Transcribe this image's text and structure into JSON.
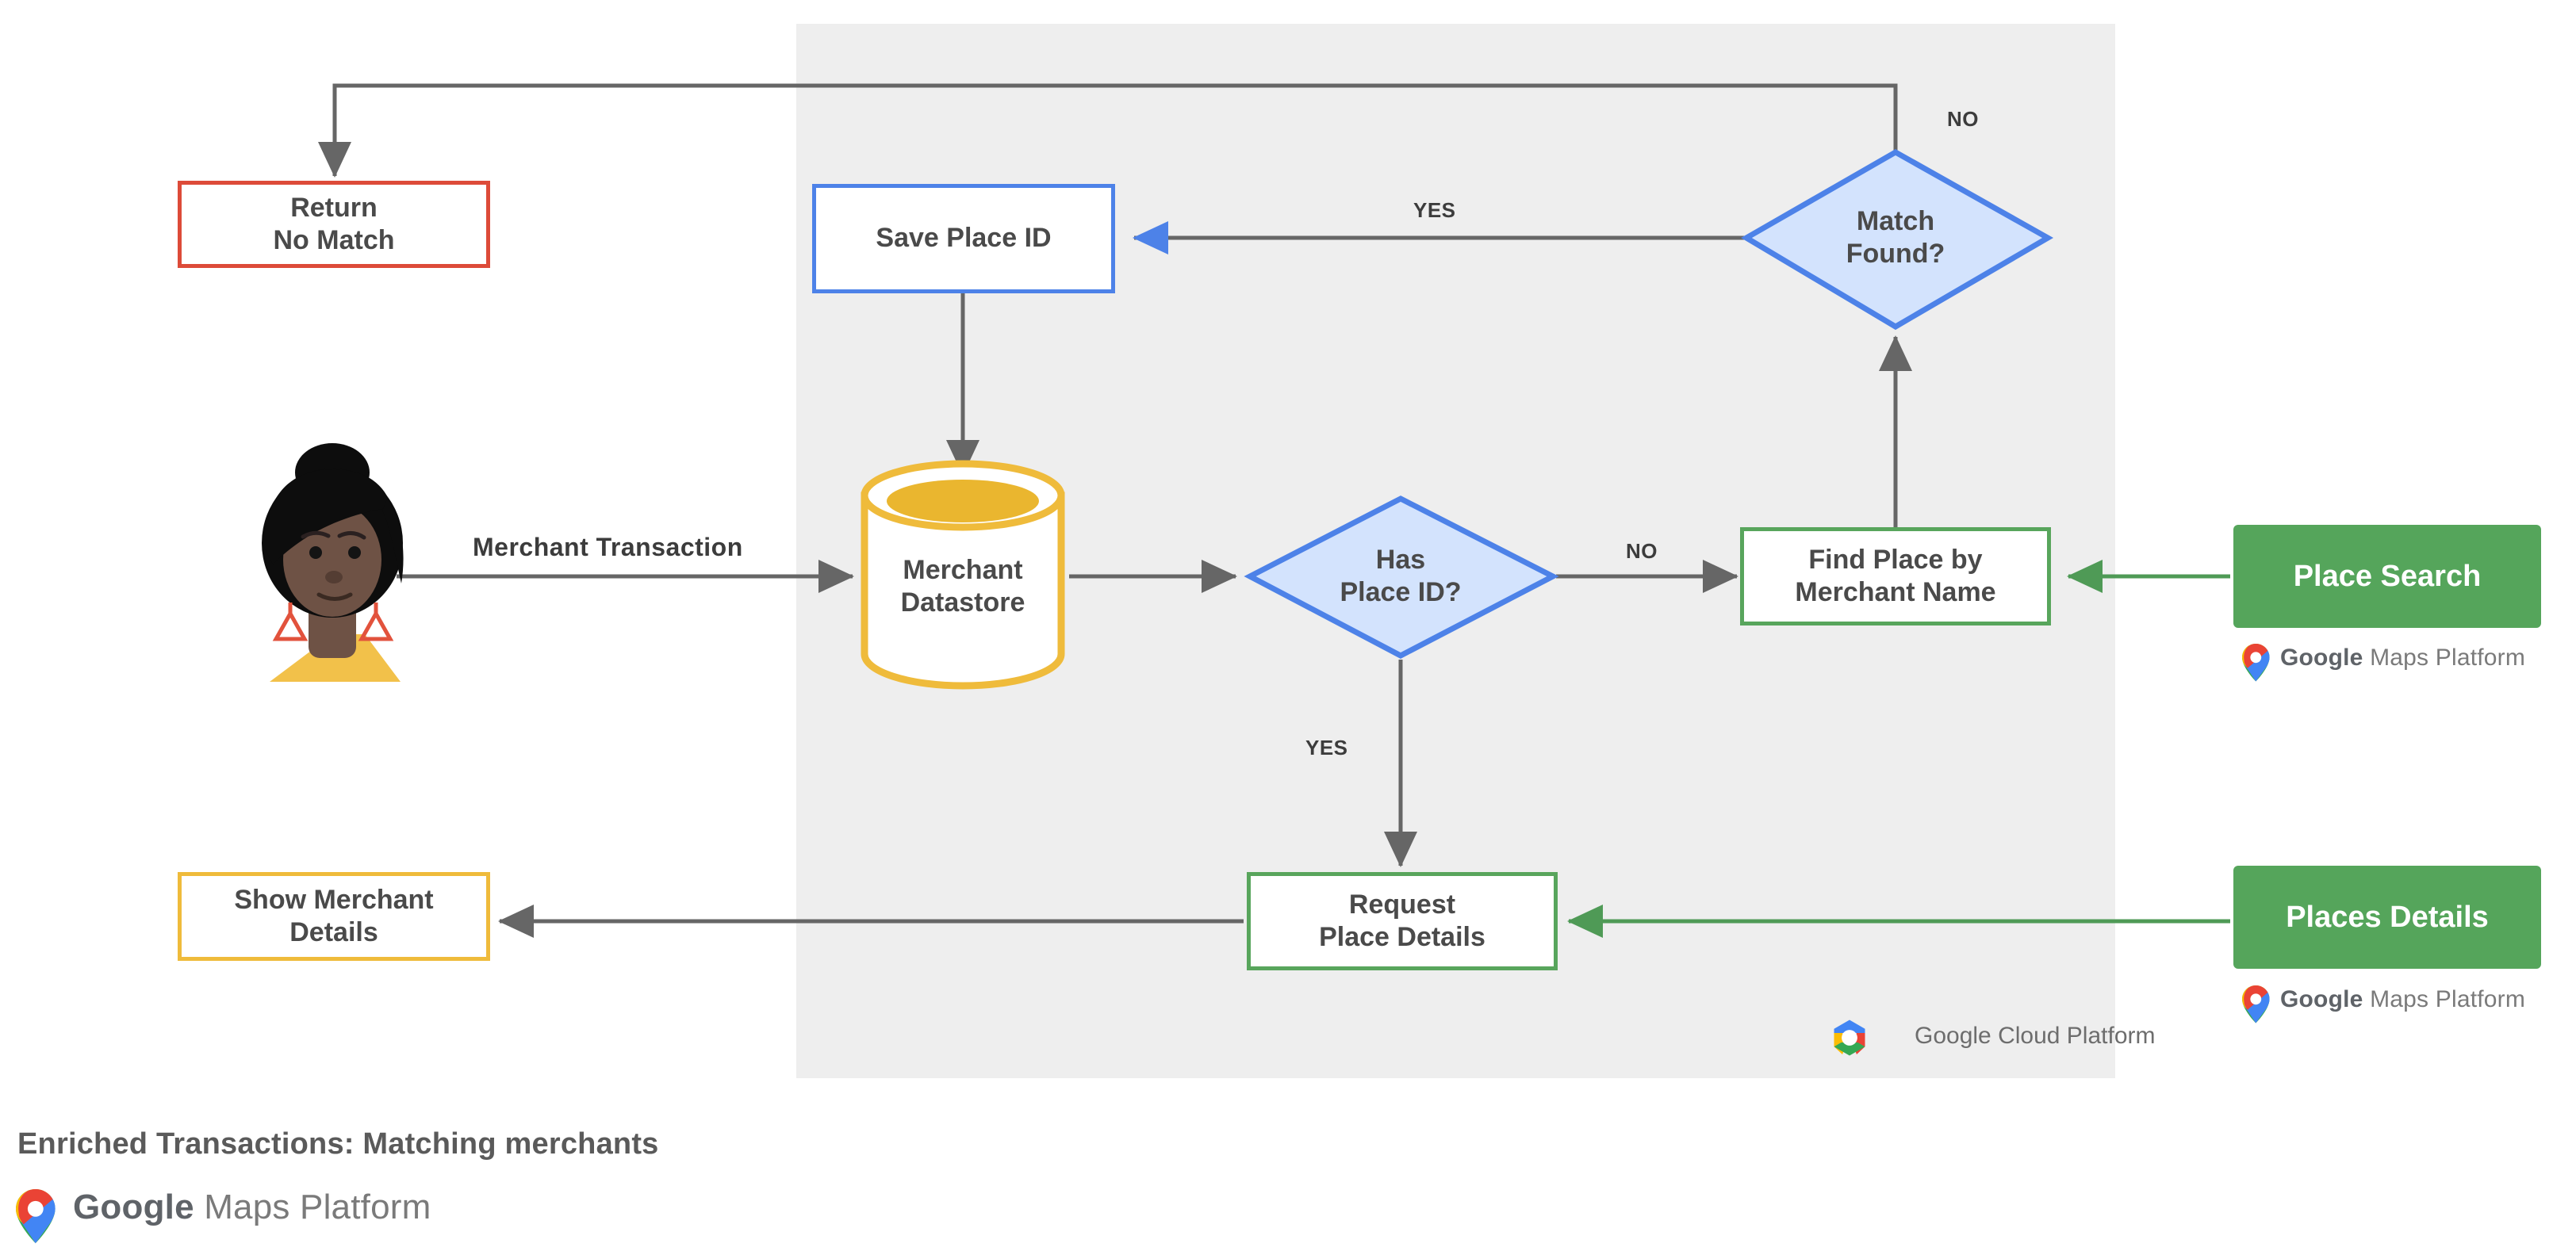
{
  "diagram": {
    "caption": "Enriched Transactions: Matching merchants",
    "platform_panel_label": "Google Cloud Platform",
    "colors": {
      "panel_background": "#eeeeee",
      "red": "#dd4b39",
      "yellow": "#efbb3b",
      "blue": "#4d82e8",
      "blue_fill": "#d3e3fd",
      "green": "#58a55c",
      "green_fill": "#55a55b",
      "connector": "#666666",
      "text": "#4a4a4a"
    },
    "nodes": {
      "return_no_match": {
        "label_line1": "Return",
        "label_line2": "No Match",
        "shape": "rectangle",
        "color": "red"
      },
      "show_merchant_details": {
        "label_line1": "Show Merchant",
        "label_line2": "Details",
        "shape": "rectangle",
        "color": "yellow"
      },
      "save_place_id": {
        "label": "Save Place ID",
        "shape": "rectangle",
        "color": "blue"
      },
      "merchant_datastore": {
        "label_line1": "Merchant",
        "label_line2": "Datastore",
        "shape": "cylinder",
        "color": "yellow"
      },
      "has_place_id": {
        "label_line1": "Has",
        "label_line2": "Place ID?",
        "shape": "diamond",
        "color": "blue"
      },
      "match_found": {
        "label_line1": "Match",
        "label_line2": "Found?",
        "shape": "diamond",
        "color": "blue"
      },
      "find_place_by_merchant_name": {
        "label_line1": "Find Place by",
        "label_line2": "Merchant Name",
        "shape": "rectangle",
        "color": "green"
      },
      "request_place_details": {
        "label_line1": "Request",
        "label_line2": "Place Details",
        "shape": "rectangle",
        "color": "green"
      }
    },
    "products": [
      {
        "name": "place-search",
        "label": "Place Search",
        "attribution": "Google Maps Platform"
      },
      {
        "name": "places-details",
        "label": "Places Details",
        "attribution": "Google Maps Platform"
      }
    ],
    "edge_labels": {
      "merchant_transaction": "Merchant Transaction",
      "has_place_id_yes": "YES",
      "has_place_id_no": "NO",
      "match_found_yes": "YES",
      "match_found_no": "NO"
    },
    "actor": {
      "name": "customer-avatar",
      "description": "person illustration"
    },
    "footer_logo": {
      "google": "Google",
      "suffix": "Maps Platform"
    }
  }
}
